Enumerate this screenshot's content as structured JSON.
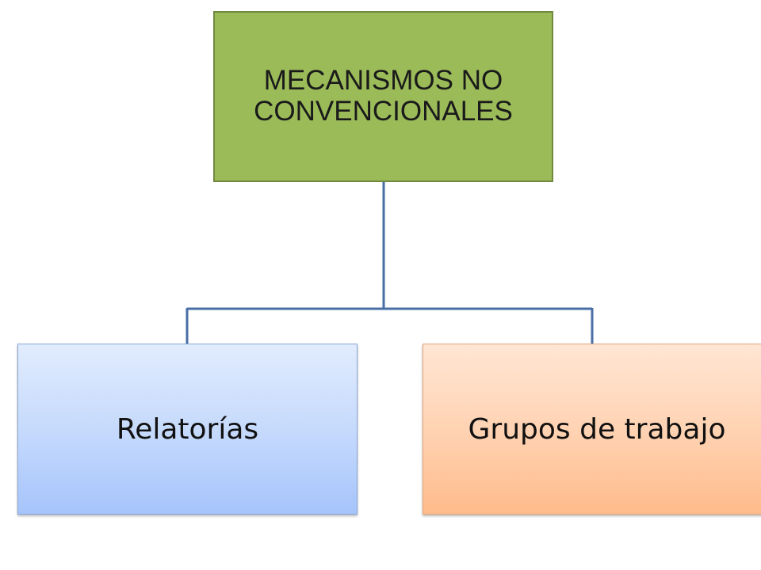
{
  "diagram": {
    "root": {
      "label": "MECANISMOS NO CONVENCIONALES",
      "fill_color": "#9bbb59"
    },
    "children": [
      {
        "label": "Relatorías",
        "fill_color": "#c6dafc"
      },
      {
        "label": "Grupos de trabajo",
        "fill_color": "#ffd3b3"
      }
    ],
    "connector_color": "#4a6fa5"
  }
}
